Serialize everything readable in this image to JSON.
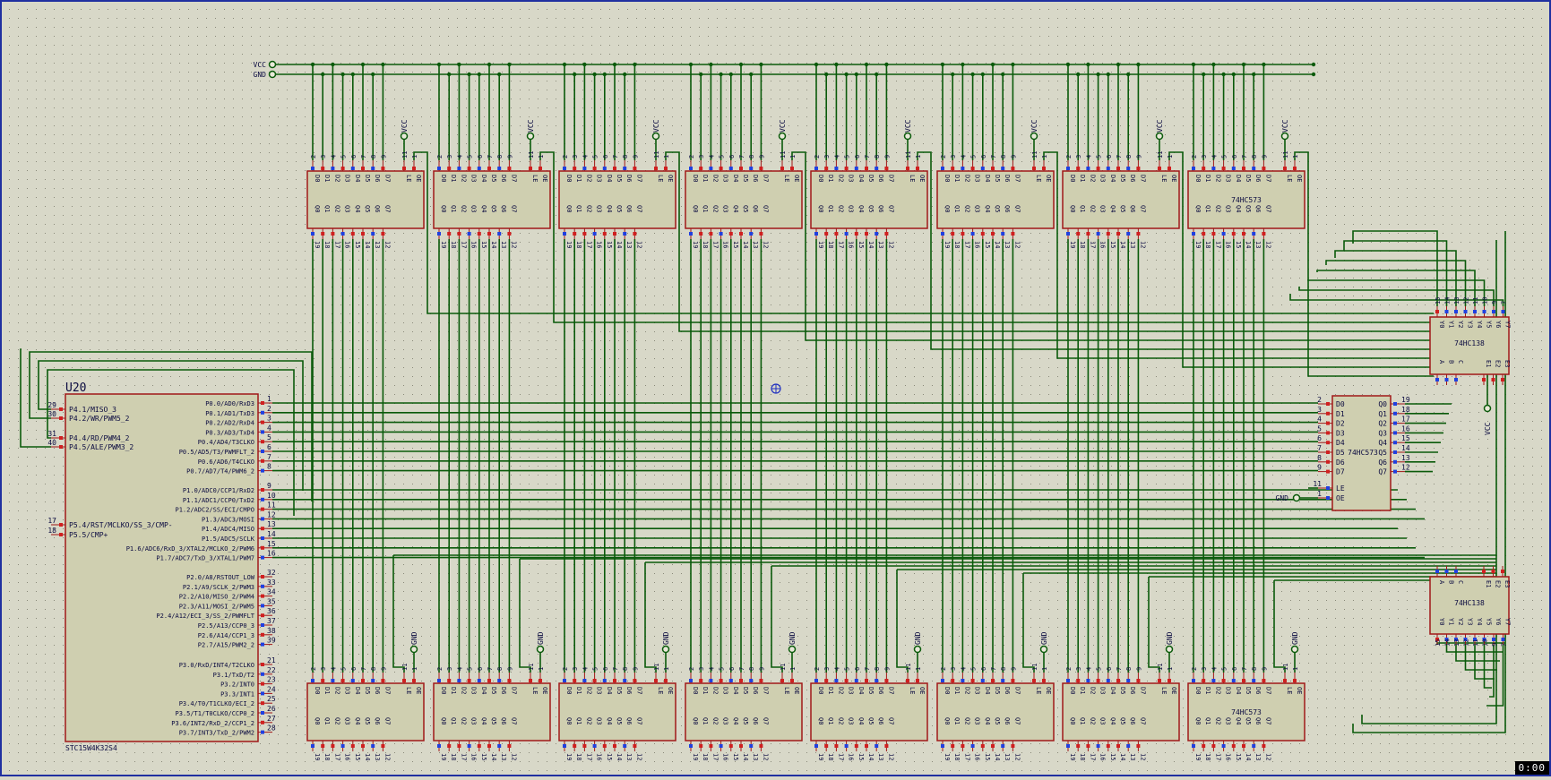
{
  "power": {
    "vcc_label": "VCC",
    "gnd_label": "GND"
  },
  "latch_part": "74HC573",
  "decoder_part": "74HC138",
  "mcu": {
    "ref": "U20",
    "part": "STC15W4K32S4",
    "left_pins": [
      {
        "num": "29",
        "name": "P4.1/MISO_3"
      },
      {
        "num": "30",
        "name": "P4.2/WR/PWM5_2"
      },
      {
        "num": "31",
        "name": "P4.4/RD/PWM4_2"
      },
      {
        "num": "40",
        "name": "P4.5/ALE/PWM3_2"
      },
      {
        "num": "17",
        "name": "P5.4/RST/MCLKO/SS_3/CMP-"
      },
      {
        "num": "18",
        "name": "P5.5/CMP+"
      }
    ],
    "right_groups": [
      [
        {
          "num": "1",
          "name": "P0.0/AD0/RxD3"
        },
        {
          "num": "2",
          "name": "P0.1/AD1/TxD3"
        },
        {
          "num": "3",
          "name": "P0.2/AD2/RxD4"
        },
        {
          "num": "4",
          "name": "P0.3/AD3/TxD4"
        },
        {
          "num": "5",
          "name": "P0.4/AD4/T3CLKO"
        },
        {
          "num": "6",
          "name": "P0.5/AD5/T3/PWMFLT_2"
        },
        {
          "num": "7",
          "name": "P0.6/AD6/T4CLKO"
        },
        {
          "num": "8",
          "name": "P0.7/AD7/T4/PWM6_2"
        }
      ],
      [
        {
          "num": "9",
          "name": "P1.0/ADC0/CCP1/RxD2"
        },
        {
          "num": "10",
          "name": "P1.1/ADC1/CCP0/TxD2"
        },
        {
          "num": "11",
          "name": "P1.2/ADC2/SS/ECI/CMPO"
        },
        {
          "num": "12",
          "name": "P1.3/ADC3/MOSI"
        },
        {
          "num": "13",
          "name": "P1.4/ADC4/MISO"
        },
        {
          "num": "14",
          "name": "P1.5/ADC5/SCLK"
        },
        {
          "num": "15",
          "name": "P1.6/ADC6/RxD_3/XTAL2/MCLKO_2/PWM6"
        },
        {
          "num": "16",
          "name": "P1.7/ADC7/TxD_3/XTAL1/PWM7"
        }
      ],
      [
        {
          "num": "32",
          "name": "P2.0/A8/RSTOUT_LOW"
        },
        {
          "num": "33",
          "name": "P2.1/A9/SCLK_2/PWM3"
        },
        {
          "num": "34",
          "name": "P2.2/A10/MISO_2/PWM4"
        },
        {
          "num": "35",
          "name": "P2.3/A11/MOSI_2/PWM5"
        },
        {
          "num": "36",
          "name": "P2.4/A12/ECI_3/SS_2/PWMFLT"
        },
        {
          "num": "37",
          "name": "P2.5/A13/CCP0_3"
        },
        {
          "num": "38",
          "name": "P2.6/A14/CCP1_3"
        },
        {
          "num": "39",
          "name": "P2.7/A15/PWM2_2"
        }
      ],
      [
        {
          "num": "21",
          "name": "P3.0/RxD/INT4/T2CLKO"
        },
        {
          "num": "22",
          "name": "P3.1/TxD/T2"
        },
        {
          "num": "23",
          "name": "P3.2/INT0"
        },
        {
          "num": "24",
          "name": "P3.3/INT1"
        },
        {
          "num": "25",
          "name": "P3.4/T0/T1CLKO/ECI_2"
        },
        {
          "num": "26",
          "name": "P3.5/T1/T0CLKO/CCP0_2"
        },
        {
          "num": "27",
          "name": "P3.6/INT2/RxD_2/CCP1_2"
        },
        {
          "num": "28",
          "name": "P3.7/INT3/TxD_2/PWM2"
        }
      ]
    ]
  },
  "latch_pins": {
    "d_names": [
      "D0",
      "D1",
      "D2",
      "D3",
      "D4",
      "D5",
      "D6",
      "D7"
    ],
    "q_names": [
      "Q0",
      "Q1",
      "Q2",
      "Q3",
      "Q4",
      "Q5",
      "Q6",
      "Q7"
    ],
    "d_nums": [
      "2",
      "3",
      "4",
      "5",
      "6",
      "7",
      "8",
      "9"
    ],
    "q_nums": [
      "19",
      "18",
      "17",
      "16",
      "15",
      "14",
      "13",
      "12"
    ],
    "le": "LE",
    "oe": "OE",
    "le_num": "11",
    "oe_num": "1"
  },
  "mid_latch": {
    "le_num": "11",
    "oe_num": "1",
    "gnd_label": "GND",
    "vcc_label": "VCC"
  },
  "decoder_pins": {
    "y_names": [
      "Y0",
      "Y1",
      "Y2",
      "Y3",
      "Y4",
      "Y5",
      "Y6",
      "Y7"
    ],
    "y_nums": [
      "15",
      "14",
      "13",
      "12",
      "11",
      "10",
      "9",
      "7"
    ],
    "in_names": [
      "A",
      "B",
      "C"
    ],
    "in_nums": [
      "1",
      "2",
      "3"
    ],
    "e_names": [
      "E1",
      "E2",
      "E3"
    ],
    "e_nums": [
      "6",
      "4",
      "5"
    ]
  },
  "timer": "0:00"
}
